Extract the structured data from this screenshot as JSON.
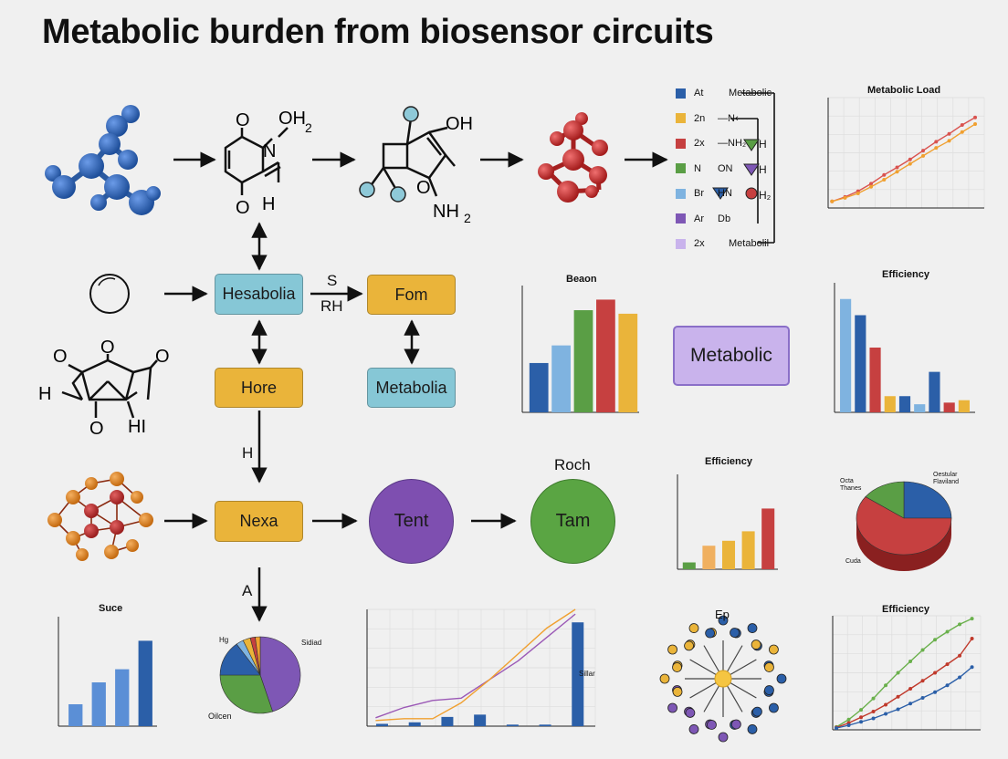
{
  "title": "Metabolic burden from biosensor circuits",
  "molecules": {
    "m1": {
      "o_top": "O",
      "oh2": "OH",
      "sub2": "2",
      "n": "N",
      "o_bot": "O",
      "h": "H"
    },
    "m2": {
      "oh": "OH",
      "o": "O",
      "nh2": "NH",
      "sub2": "2"
    },
    "m3": {
      "o1": "O",
      "o2": "O",
      "o3": "O",
      "h_left": "H",
      "o_bot": "O",
      "hi": "HI"
    }
  },
  "legend_table": {
    "rows": [
      {
        "code": "At",
        "text": "Metabolic",
        "color": "#2b5fa8"
      },
      {
        "code": "2n",
        "text": "—N‹",
        "color": "#eab43a"
      },
      {
        "code": "2x",
        "text": "—NH₂",
        "color": "#c64040"
      },
      {
        "code": "N",
        "text": "ON",
        "color": "#5a9e45"
      },
      {
        "code": "Br",
        "text": "HN",
        "color": "#7fb3e0"
      },
      {
        "code": "Ar",
        "text": "Db",
        "color": "#7e57b5"
      },
      {
        "code": "2x",
        "text": "Metabolil",
        "color": "#c9b3ec"
      }
    ],
    "right_labels": [
      "H",
      "H",
      "H₂"
    ]
  },
  "flow": {
    "hesabolia": "Hesabolia",
    "fom": "Fom",
    "hore": "Hore",
    "metabolia": "Metabolia",
    "nexa": "Nexa",
    "tent": "Tent",
    "tam": "Tam",
    "roch": "Roch",
    "s_label": "S",
    "rh_label": "RH",
    "h_label": "H",
    "a_label": "A",
    "metabolic_box": "Metabolic",
    "ep_label": "Ep"
  },
  "chart_data": [
    {
      "type": "line",
      "title": "Metabolic Load",
      "x": [
        1,
        2,
        3,
        4,
        5,
        6,
        7,
        8,
        9,
        10,
        11,
        12
      ],
      "series": [
        {
          "values": [
            15,
            25,
            38,
            55,
            75,
            92,
            110,
            130,
            150,
            168,
            188,
            205
          ],
          "color": "#d9534f"
        },
        {
          "values": [
            15,
            23,
            33,
            48,
            64,
            82,
            100,
            118,
            136,
            152,
            172,
            190
          ],
          "color": "#f0a030"
        }
      ],
      "ylim": [
        0,
        250
      ]
    },
    {
      "type": "bar",
      "title": "Beaon",
      "values": [
        70,
        95,
        145,
        160,
        140
      ],
      "colors": [
        "#2b5fa8",
        "#7fb3e0",
        "#5a9e45",
        "#c64040",
        "#eab43a"
      ],
      "ylim": [
        0,
        180
      ]
    },
    {
      "type": "bar",
      "title": "Efficiency",
      "values": [
        140,
        120,
        80,
        20,
        20,
        10,
        50,
        12,
        15
      ],
      "colors": [
        "#7fb3e0",
        "#2b5fa8",
        "#c64040",
        "#eab43a",
        "#2b5fa8",
        "#7fb3e0",
        "#2b5fa8",
        "#c64040",
        "#eab43a"
      ],
      "ylim": [
        0,
        160
      ]
    },
    {
      "type": "bar",
      "title": "Efficiency",
      "values": [
        18,
        62,
        75,
        100,
        160
      ],
      "colors": [
        "#5a9e45",
        "#f0b060",
        "#eab43a",
        "#eab43a",
        "#c64040"
      ],
      "ylim": [
        0,
        250
      ]
    },
    {
      "type": "pie",
      "labels": [
        "Octa Thanes",
        "Oestular Flaviland",
        "Cuda"
      ],
      "values": [
        25,
        60,
        15
      ],
      "colors": [
        "#2b5fa8",
        "#c64040",
        "#5a9e45"
      ]
    },
    {
      "type": "bar",
      "title": "Suce",
      "values": [
        20,
        40,
        52,
        78
      ],
      "colors": [
        "#5b8fd6",
        "#5b8fd6",
        "#5b8fd6",
        "#2b5fa8"
      ],
      "ylim": [
        0,
        100
      ]
    },
    {
      "type": "pie",
      "labels": [
        "Hg",
        "Sidiad",
        "Oilcen"
      ],
      "values": [
        45,
        30,
        15,
        3,
        3,
        2,
        2
      ],
      "colors": [
        "#7e57b5",
        "#5a9e45",
        "#2b5fa8",
        "#7fb3e0",
        "#eab43a",
        "#c64040",
        "#f0a030"
      ]
    },
    {
      "type": "line",
      "x": [
        1,
        2,
        3,
        4,
        5,
        6,
        7,
        8,
        9
      ],
      "series": [
        {
          "values": [
            18,
            40,
            55,
            60,
            100,
            140,
            190,
            240
          ],
          "color": "#9b59b6"
        },
        {
          "values": [
            12,
            16,
            16,
            50,
            100,
            155,
            210,
            250
          ],
          "color": "#f0a030"
        }
      ],
      "bars": [
        3,
        5,
        12,
        15,
        2,
        2,
        135
      ],
      "bar_label": "Sillar",
      "ylim": [
        0,
        250
      ]
    },
    {
      "type": "line",
      "title": "Efficiency",
      "x": [
        1,
        2,
        3,
        4,
        5,
        6,
        7,
        8,
        9,
        10,
        11,
        12
      ],
      "series": [
        {
          "values": [
            5,
            18,
            35,
            55,
            78,
            100,
            120,
            140,
            158,
            172,
            185,
            195
          ],
          "color": "#6ab04c"
        },
        {
          "values": [
            4,
            12,
            22,
            32,
            44,
            58,
            72,
            86,
            100,
            115,
            130,
            160
          ],
          "color": "#c0392b"
        },
        {
          "values": [
            3,
            8,
            14,
            20,
            28,
            36,
            46,
            56,
            66,
            78,
            92,
            110
          ],
          "color": "#2b5fa8"
        }
      ],
      "ylim": [
        0,
        200
      ]
    }
  ]
}
